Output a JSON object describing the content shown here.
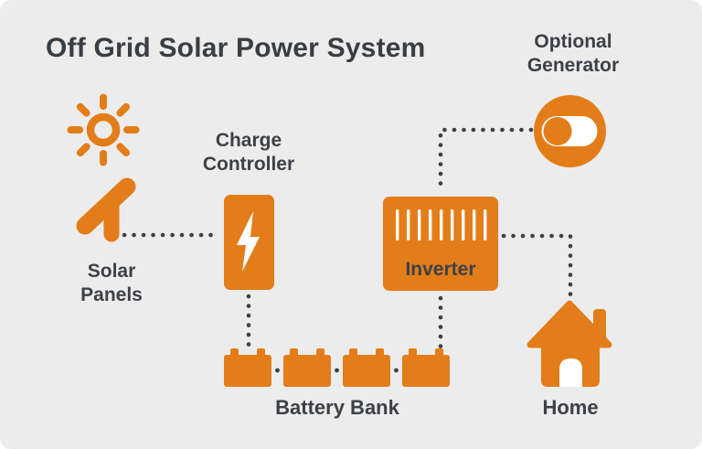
{
  "title": "Off Grid Solar Power System",
  "colors": {
    "orange": "#e27d1a",
    "text_dark": "#3c4147",
    "connector_dot": "#3c4147",
    "background": "#edecec",
    "icon_detail_white": "#ffffff"
  },
  "diagram": {
    "generator": {
      "line1": "Optional",
      "line2": "Generator",
      "icon": "generator-toggle-icon"
    },
    "solar": {
      "line1": "Solar",
      "line2": "Panels",
      "icons": [
        "sun-icon",
        "solar-panel-icon"
      ]
    },
    "charge_controller": {
      "line1": "Charge",
      "line2": "Controller",
      "icon": "charge-controller-icon"
    },
    "inverter": {
      "label": "Inverter",
      "icon": "inverter-icon"
    },
    "battery_bank": {
      "label": "Battery Bank",
      "battery_count": 4,
      "icon": "battery-icon"
    },
    "home": {
      "label": "Home",
      "icon": "home-icon"
    },
    "connections": [
      {
        "from": "solar-panels",
        "to": "charge-controller",
        "style": "dotted"
      },
      {
        "from": "charge-controller",
        "to": "battery-bank",
        "style": "dotted"
      },
      {
        "from": "optional-generator",
        "to": "inverter",
        "style": "dotted"
      },
      {
        "from": "inverter",
        "to": "battery-bank",
        "style": "dotted"
      },
      {
        "from": "inverter",
        "to": "home",
        "style": "dotted"
      },
      {
        "from": "battery",
        "to": "battery",
        "style": "dotted-links",
        "count": 3
      }
    ]
  }
}
